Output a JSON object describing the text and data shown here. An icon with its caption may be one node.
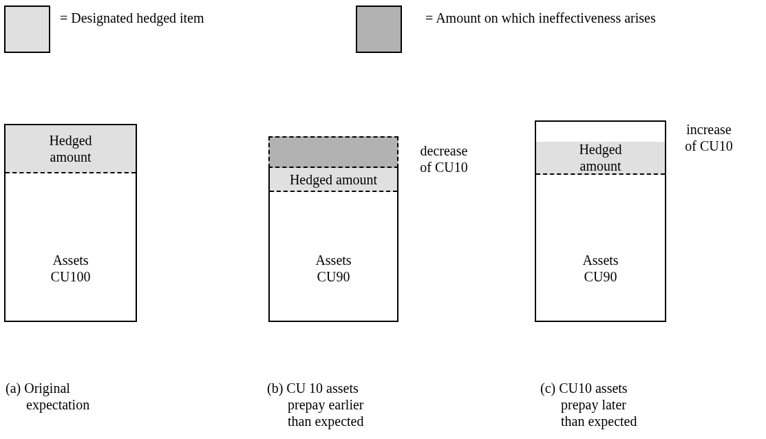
{
  "diagram": {
    "nodes": [
      {
        "text": [
          "Assets CU100"
        ]
      },
      {
        "text": [
          "Hedged amount"
        ],
        "in": 0
      },
      {
        "text": [
          "Assets CU90"
        ]
      },
      {
        "text": [],
        "shape": "box"
      },
      {
        "text": [
          "Hedged amount"
        ],
        "in": 2
      },
      {
        "text": [
          "Assets CU90"
        ]
      },
      {
        "text": [
          "Hedged amount"
        ],
        "in": 5
      }
    ],
    "labels": [
      "decrease of CU10",
      "increase of CU10",
      "(a) Original expectation",
      "(b) CU 10 assets prepay earlier than expected",
      "(c) CU10 assets prepay later than expected"
    ],
    "legend": [
      {
        "text": "= Designated hedged item",
        "color": "#e0e0e0"
      },
      {
        "text": "= Amount on which ineffectiveness arises",
        "color": "#b2b2b2"
      }
    ]
  }
}
